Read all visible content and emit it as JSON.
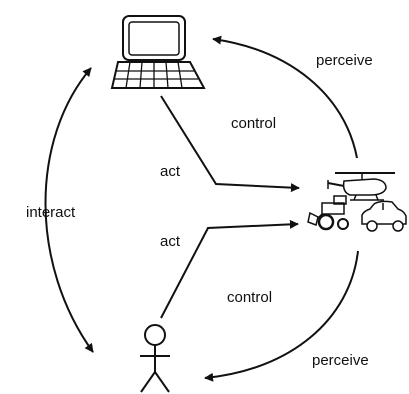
{
  "labels": {
    "perceive_top": "perceive",
    "control_top": "control",
    "act_top": "act",
    "interact": "interact",
    "act_bottom": "act",
    "control_bottom": "control",
    "perceive_bottom": "perceive"
  },
  "icons": {
    "computer": "computer-terminal-icon",
    "person": "stick-figure-icon",
    "helicopter": "helicopter-icon",
    "tractor": "tractor-icon",
    "car": "car-icon"
  },
  "colors": {
    "stroke": "#111111",
    "background": "#ffffff"
  }
}
